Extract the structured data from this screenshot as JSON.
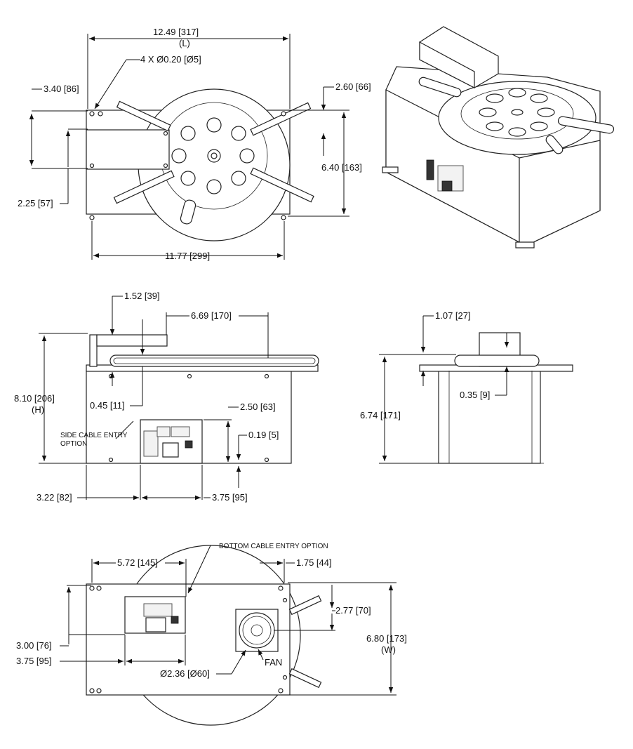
{
  "dimensions": {
    "top_length": "12.49 [317]",
    "top_length_sub": "(L)",
    "holes": "4 X Ø0.20 [Ø5]",
    "top_left_offset": "3.40 [86]",
    "top_left_height": "2.25 [57]",
    "top_right_offset": "2.60 [66]",
    "top_right_height": "6.40 [163]",
    "top_base_width": "11.77 [299]",
    "front_top_offset": "1.52 [39]",
    "front_arm_span": "6.69 [170]",
    "front_height": "8.10 [206]",
    "front_height_sub": "(H)",
    "front_small": "0.45 [11]",
    "front_panel_height": "2.50 [63]",
    "front_panel_offset": "0.19 [5]",
    "front_left": "3.22 [82]",
    "front_panel_width": "3.75 [95]",
    "side_top": "1.07 [27]",
    "side_small": "0.35 [9]",
    "side_height": "6.74 [171]",
    "bottom_left": "5.72 [145]",
    "bottom_right": "1.75 [44]",
    "bottom_fan_offset": "2.77 [70]",
    "bottom_width": "6.80 [173]",
    "bottom_width_sub": "(W)",
    "bottom_panel_height": "3.00 [76]",
    "bottom_panel_width": "3.75 [95]",
    "fan_diameter": "Ø2.36 [Ø60]"
  },
  "notes": {
    "side_cable_1": "SIDE CABLE ENTRY",
    "side_cable_2": "OPTION",
    "bottom_cable": "BOTTOM CABLE ENTRY OPTION",
    "fan": "FAN"
  }
}
